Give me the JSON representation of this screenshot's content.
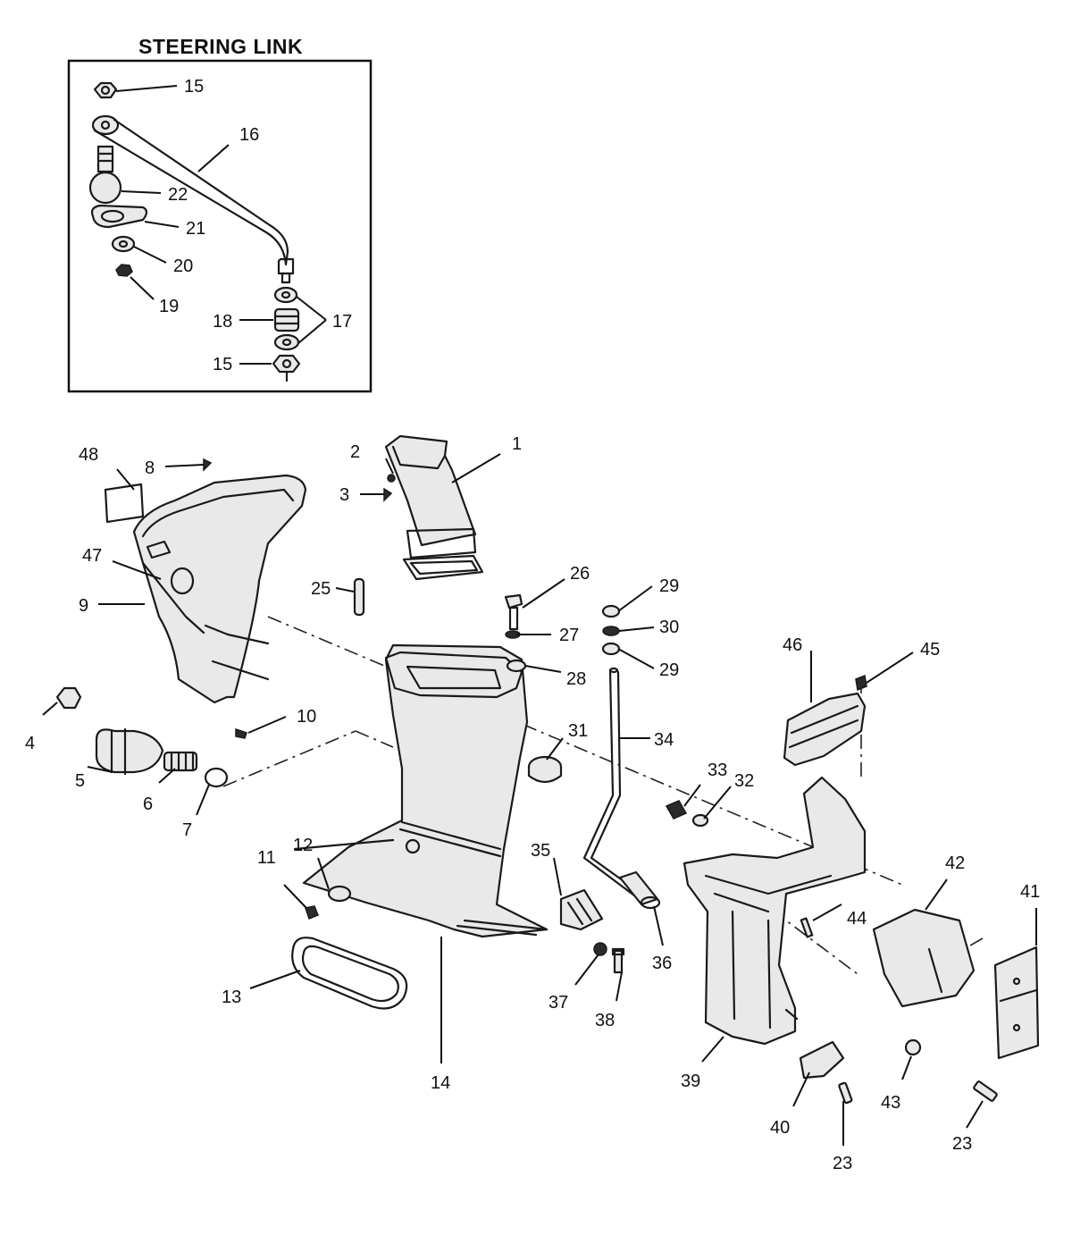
{
  "inset": {
    "title": "STEERING LINK"
  },
  "callouts": [
    {
      "id": "c15a",
      "text": "15"
    },
    {
      "id": "c16",
      "text": "16"
    },
    {
      "id": "c22",
      "text": "22"
    },
    {
      "id": "c21",
      "text": "21"
    },
    {
      "id": "c20",
      "text": "20"
    },
    {
      "id": "c19",
      "text": "19"
    },
    {
      "id": "c18",
      "text": "18"
    },
    {
      "id": "c17",
      "text": "17"
    },
    {
      "id": "c15b",
      "text": "15"
    },
    {
      "id": "c48",
      "text": "48"
    },
    {
      "id": "c8",
      "text": "8"
    },
    {
      "id": "c2",
      "text": "2"
    },
    {
      "id": "c3",
      "text": "3"
    },
    {
      "id": "c1",
      "text": "1"
    },
    {
      "id": "c47",
      "text": "47"
    },
    {
      "id": "c9",
      "text": "9"
    },
    {
      "id": "c25",
      "text": "25"
    },
    {
      "id": "c26",
      "text": "26"
    },
    {
      "id": "c27",
      "text": "27"
    },
    {
      "id": "c28",
      "text": "28"
    },
    {
      "id": "c29a",
      "text": "29"
    },
    {
      "id": "c30",
      "text": "30"
    },
    {
      "id": "c29b",
      "text": "29"
    },
    {
      "id": "c46",
      "text": "46"
    },
    {
      "id": "c45",
      "text": "45"
    },
    {
      "id": "c4",
      "text": "4"
    },
    {
      "id": "c10",
      "text": "10"
    },
    {
      "id": "c5",
      "text": "5"
    },
    {
      "id": "c6",
      "text": "6"
    },
    {
      "id": "c7",
      "text": "7"
    },
    {
      "id": "c31",
      "text": "31"
    },
    {
      "id": "c34",
      "text": "34"
    },
    {
      "id": "c33",
      "text": "33"
    },
    {
      "id": "c32",
      "text": "32"
    },
    {
      "id": "c12",
      "text": "12"
    },
    {
      "id": "c11",
      "text": "11"
    },
    {
      "id": "c35",
      "text": "35"
    },
    {
      "id": "c42",
      "text": "42"
    },
    {
      "id": "c41",
      "text": "41"
    },
    {
      "id": "c44",
      "text": "44"
    },
    {
      "id": "c36",
      "text": "36"
    },
    {
      "id": "c13",
      "text": "13"
    },
    {
      "id": "c37",
      "text": "37"
    },
    {
      "id": "c38",
      "text": "38"
    },
    {
      "id": "c14",
      "text": "14"
    },
    {
      "id": "c39",
      "text": "39"
    },
    {
      "id": "c40",
      "text": "40"
    },
    {
      "id": "c43",
      "text": "43"
    },
    {
      "id": "c23a",
      "text": "23"
    },
    {
      "id": "c23b",
      "text": "23"
    }
  ]
}
